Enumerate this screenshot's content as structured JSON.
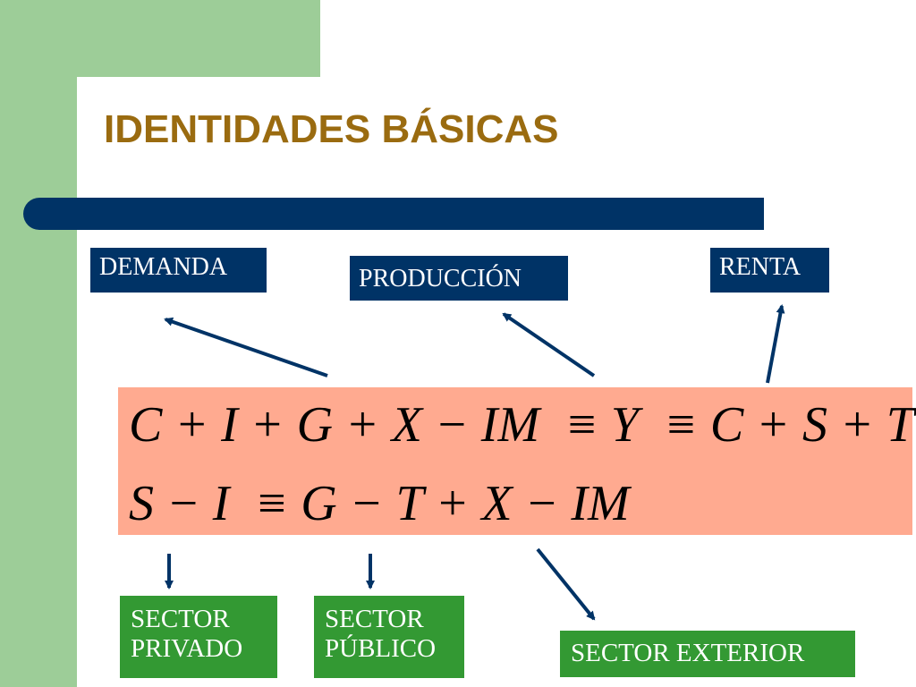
{
  "slide": {
    "title": "IDENTIDADES BÁSICAS",
    "labels": {
      "demanda": "DEMANDA",
      "produccion": "PRODUCCIÓN",
      "renta": "RENTA"
    },
    "equations": {
      "line1": "C + I + G + X − IM  ≡ Y  ≡ C + S + T",
      "line2": "S − I  ≡ G − T + X − IM"
    },
    "sectors": {
      "privado": [
        "SECTOR",
        "PRIVADO"
      ],
      "publico": [
        "SECTOR",
        "PÚBLICO"
      ],
      "exterior": "SECTOR EXTERIOR"
    }
  },
  "colors": {
    "green_background": "#9dcd98",
    "title_gold": "#9a6b10",
    "navy": "#003366",
    "salmon": "#ffaa90",
    "sector_green": "#339933"
  }
}
